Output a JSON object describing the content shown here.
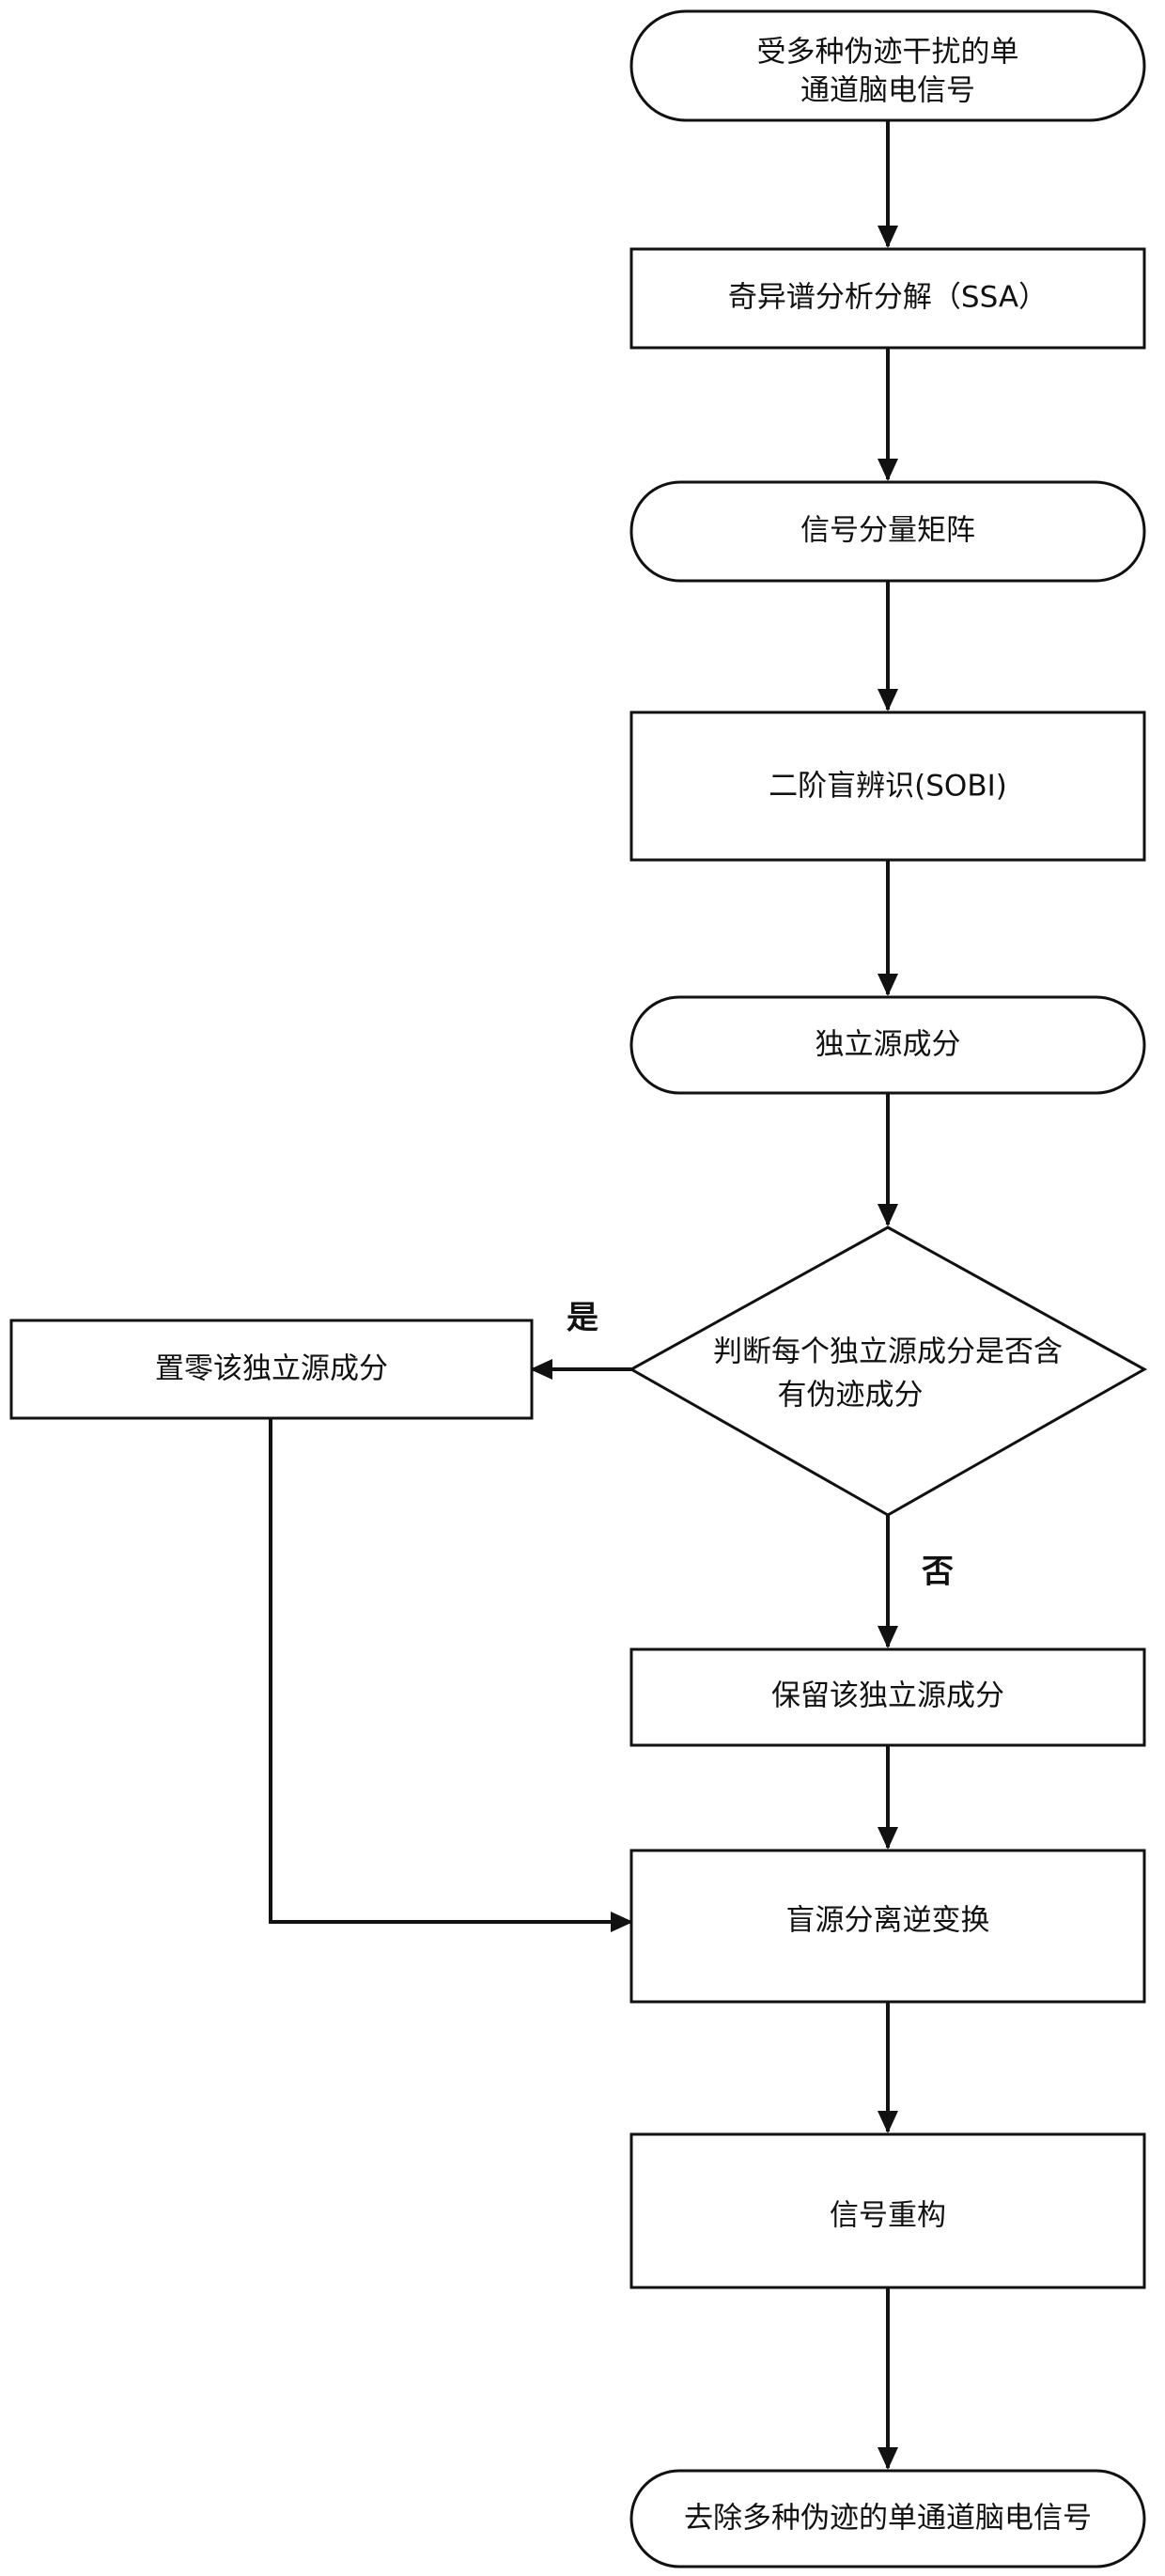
{
  "flowchart": {
    "nodes": {
      "input": {
        "lines": [
          "受多种伪迹干扰的单",
          "通道脑电信号"
        ]
      },
      "ssa": {
        "lines": [
          "奇异谱分析分解（SSA）"
        ]
      },
      "matrix": {
        "lines": [
          "信号分量矩阵"
        ]
      },
      "sobi": {
        "lines": [
          "二阶盲辨识(SOBI)"
        ]
      },
      "components": {
        "lines": [
          "独立源成分"
        ]
      },
      "decision": {
        "lines": [
          "判断每个独立源成分是否含",
          "有伪迹成分"
        ]
      },
      "zero": {
        "lines": [
          "置零该独立源成分"
        ]
      },
      "keep": {
        "lines": [
          "保留该独立源成分"
        ]
      },
      "inverse": {
        "lines": [
          "盲源分离逆变换"
        ]
      },
      "reconstruct": {
        "lines": [
          "信号重构"
        ]
      },
      "output": {
        "lines": [
          "去除多种伪迹的单通道脑电信号"
        ]
      }
    },
    "branch_labels": {
      "yes": "是",
      "no": "否"
    }
  }
}
